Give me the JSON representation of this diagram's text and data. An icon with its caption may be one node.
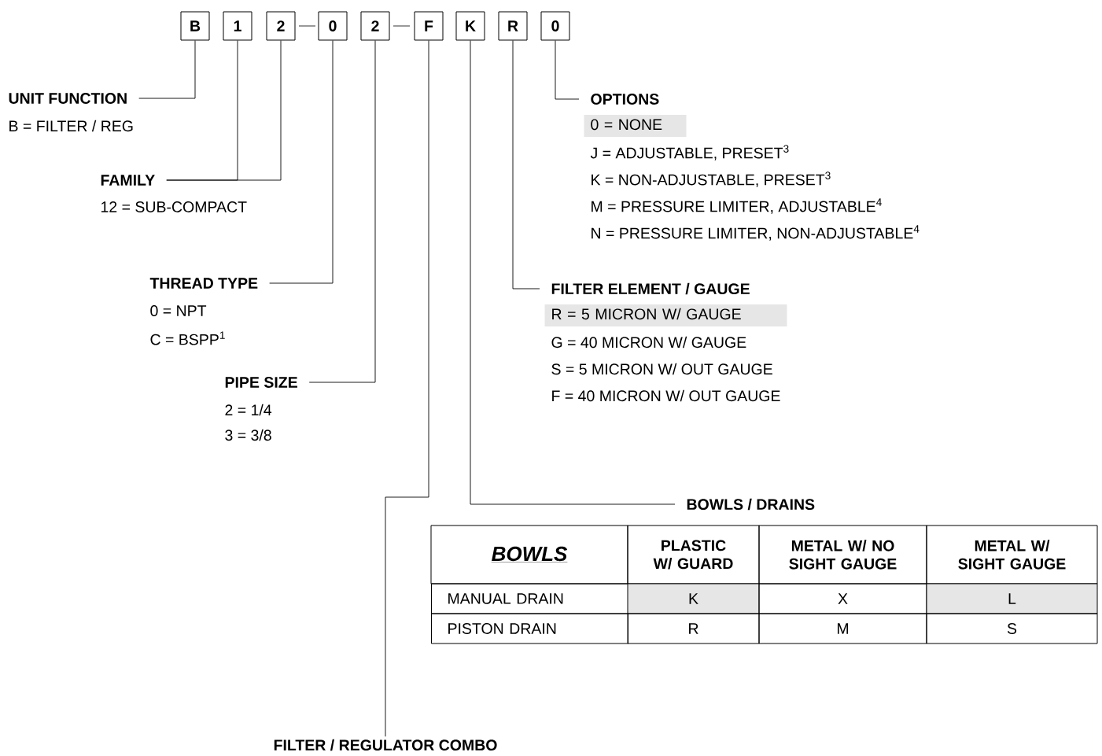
{
  "diagram": {
    "nodes": [
      {
        "text": [
          "B"
        ]
      },
      {
        "text": [
          "1"
        ]
      },
      {
        "text": [
          "2"
        ]
      },
      {
        "text": [
          "0"
        ]
      },
      {
        "text": [
          "2"
        ]
      },
      {
        "text": [
          "F"
        ]
      },
      {
        "text": [
          "K"
        ]
      },
      {
        "text": [
          "R"
        ]
      },
      {
        "text": [
          "0"
        ]
      },
      {
        "text": [
          "UNIT FUNCTION"
        ],
        "beside": [
          "B = FILTER / REG"
        ]
      },
      {
        "text": [
          "OPTIONS"
        ],
        "beside": [
          "J = ADJUSTABLE, PRESET$^{3}$",
          "K = NON-ADJUSTABLE, PRESET$^{3}$",
          "M = PRESSURE LIMITER,  ADJUSTABLE$^{4}$",
          "N = PRESSURE LIMITER, NON-ADJUSTABLE$^{4}$"
        ]
      },
      {
        "text": [
          "0 = NONE"
        ]
      },
      {
        "text": [
          "FAMILY"
        ],
        "beside": [
          "12 = SUB-COMPACT"
        ]
      },
      {
        "text": [
          "THREAD TYPE"
        ],
        "beside": [
          "0 = NPT",
          "C = BSPP$^{1}$"
        ]
      },
      {
        "text": [
          "FILTER ELEMENT / GAUGE"
        ],
        "beside": [
          "G = 40 MICRON W/ GAUGE",
          "S = 5 MICRON W/ OUT GAUGE",
          "F = 40 MICRON W/ OUT GAUGE"
        ]
      },
      {
        "text": [
          "R = 5 MICRON W/ GAUGE"
        ]
      },
      {
        "text": [
          "PIPE SIZE"
        ],
        "beside": [
          "2 = 1/4",
          "3 = 3/8"
        ]
      },
      {
        "text": [
          "BOWLS / DRAINS"
        ]
      },
      {
        "text": [
          "FILTER / REGULATOR COMBO"
        ]
      }
    ],
    "edges": [
      {
        "from": 0,
        "to": 9,
        "arrow": "none"
      },
      {
        "from": 1,
        "to": 12,
        "arrow": "none"
      },
      {
        "from": 2,
        "to": 12,
        "arrow": "none"
      },
      {
        "from": 3,
        "to": 13,
        "arrow": "none"
      },
      {
        "from": 4,
        "to": 16,
        "arrow": "none"
      },
      {
        "from": 5,
        "to": 18,
        "arrow": "none"
      },
      {
        "from": 6,
        "to": 17,
        "arrow": "none"
      },
      {
        "from": 7,
        "to": 14,
        "arrow": "none"
      },
      {
        "from": 8,
        "to": 10,
        "arrow": "none"
      }
    ],
    "labels": [
      "BOWLS",
      "PLASTIC W/ GUARD",
      "METAL W/ NO SIGHT GAUGE",
      "METAL W/ SIGHT GAUGE",
      "MANUAL DRAIN",
      "K",
      "X",
      "L",
      "PISTON DRAIN",
      "R",
      "M",
      "S"
    ]
  }
}
